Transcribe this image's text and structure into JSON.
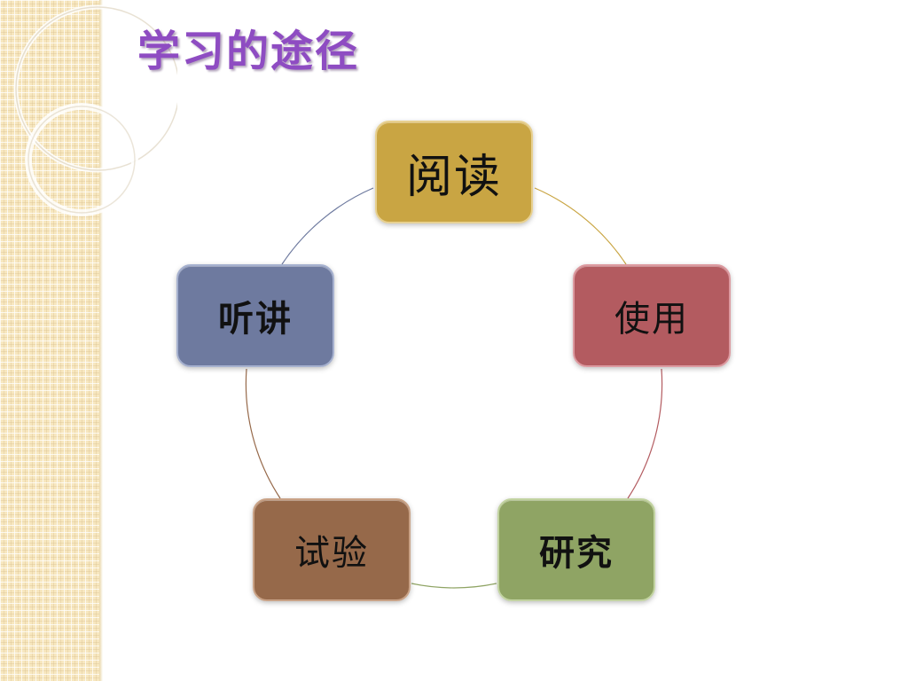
{
  "slide": {
    "title": "学习的途径"
  },
  "cycle": {
    "nodes": [
      {
        "id": "reading",
        "label": "阅读",
        "color": "#c9a543",
        "border": "#e7d090"
      },
      {
        "id": "using",
        "label": "使用",
        "color": "#b35b60",
        "border": "#dc9aa0"
      },
      {
        "id": "research",
        "label": "研究",
        "color": "#8fa464",
        "border": "#c2d3a1"
      },
      {
        "id": "experiment",
        "label": "试验",
        "color": "#96694a",
        "border": "#c9a286"
      },
      {
        "id": "lecture",
        "label": "听讲",
        "color": "#6e7a9f",
        "border": "#a6b1cf"
      }
    ],
    "arc_colors": [
      "#c9a543",
      "#b35b60",
      "#8fa464",
      "#96694a",
      "#6e7a9f"
    ]
  },
  "theme": {
    "title_color": "#8e4cc2",
    "strip_color": "#f7e7bf"
  }
}
